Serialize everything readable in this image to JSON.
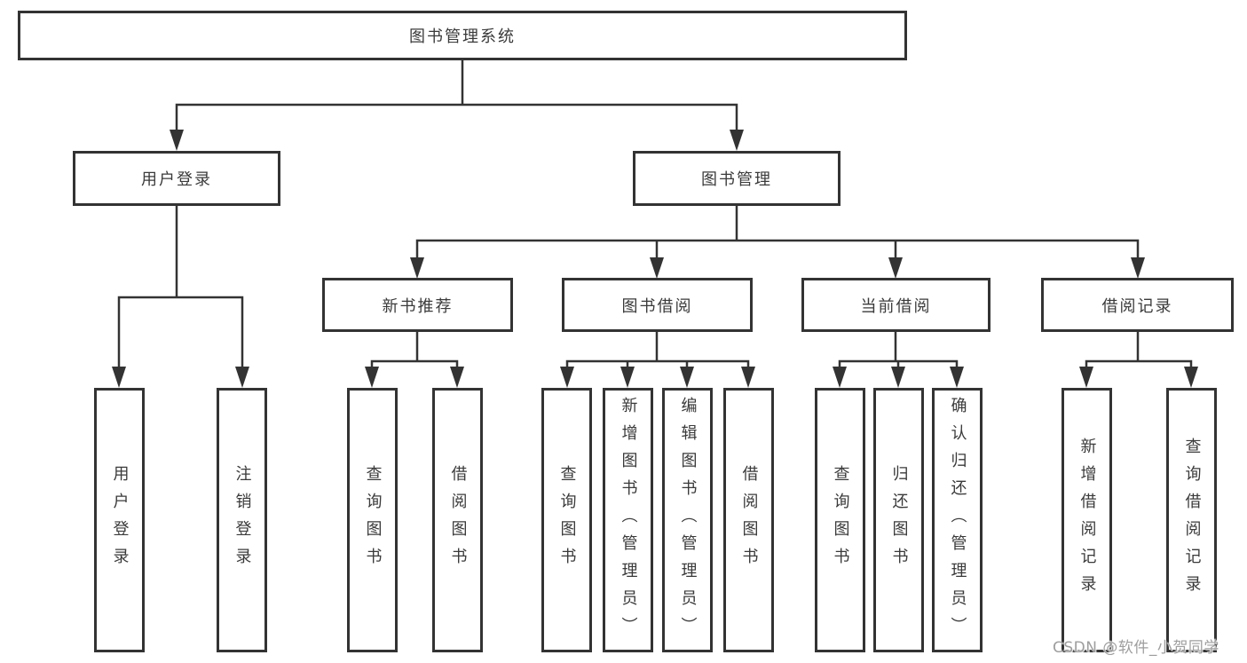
{
  "diagram_type": "function-tree",
  "tree": {
    "label": "图书管理系统",
    "children": [
      {
        "label": "用户登录",
        "children": [
          {
            "label": "用户登录"
          },
          {
            "label": "注销登录"
          }
        ]
      },
      {
        "label": "图书管理",
        "children": [
          {
            "label": "新书推荐",
            "children": [
              {
                "label": "查询图书"
              },
              {
                "label": "借阅图书"
              }
            ]
          },
          {
            "label": "图书借阅",
            "children": [
              {
                "label": "查询图书"
              },
              {
                "label": "新增图书（管理员）"
              },
              {
                "label": "编辑图书（管理员）"
              },
              {
                "label": "借阅图书"
              }
            ]
          },
          {
            "label": "当前借阅",
            "children": [
              {
                "label": "查询图书"
              },
              {
                "label": "归还图书"
              },
              {
                "label": "确认归还（管理员）"
              }
            ]
          },
          {
            "label": "借阅记录",
            "children": [
              {
                "label": "新增借阅记录"
              },
              {
                "label": "查询借阅记录"
              }
            ]
          }
        ]
      }
    ]
  },
  "watermark": {
    "text": "CSDN @软件_小贺同学"
  },
  "colors": {
    "line": "#333333",
    "text": "#3a3a3a",
    "watermark": "#9e9e9e",
    "background": "#ffffff"
  }
}
